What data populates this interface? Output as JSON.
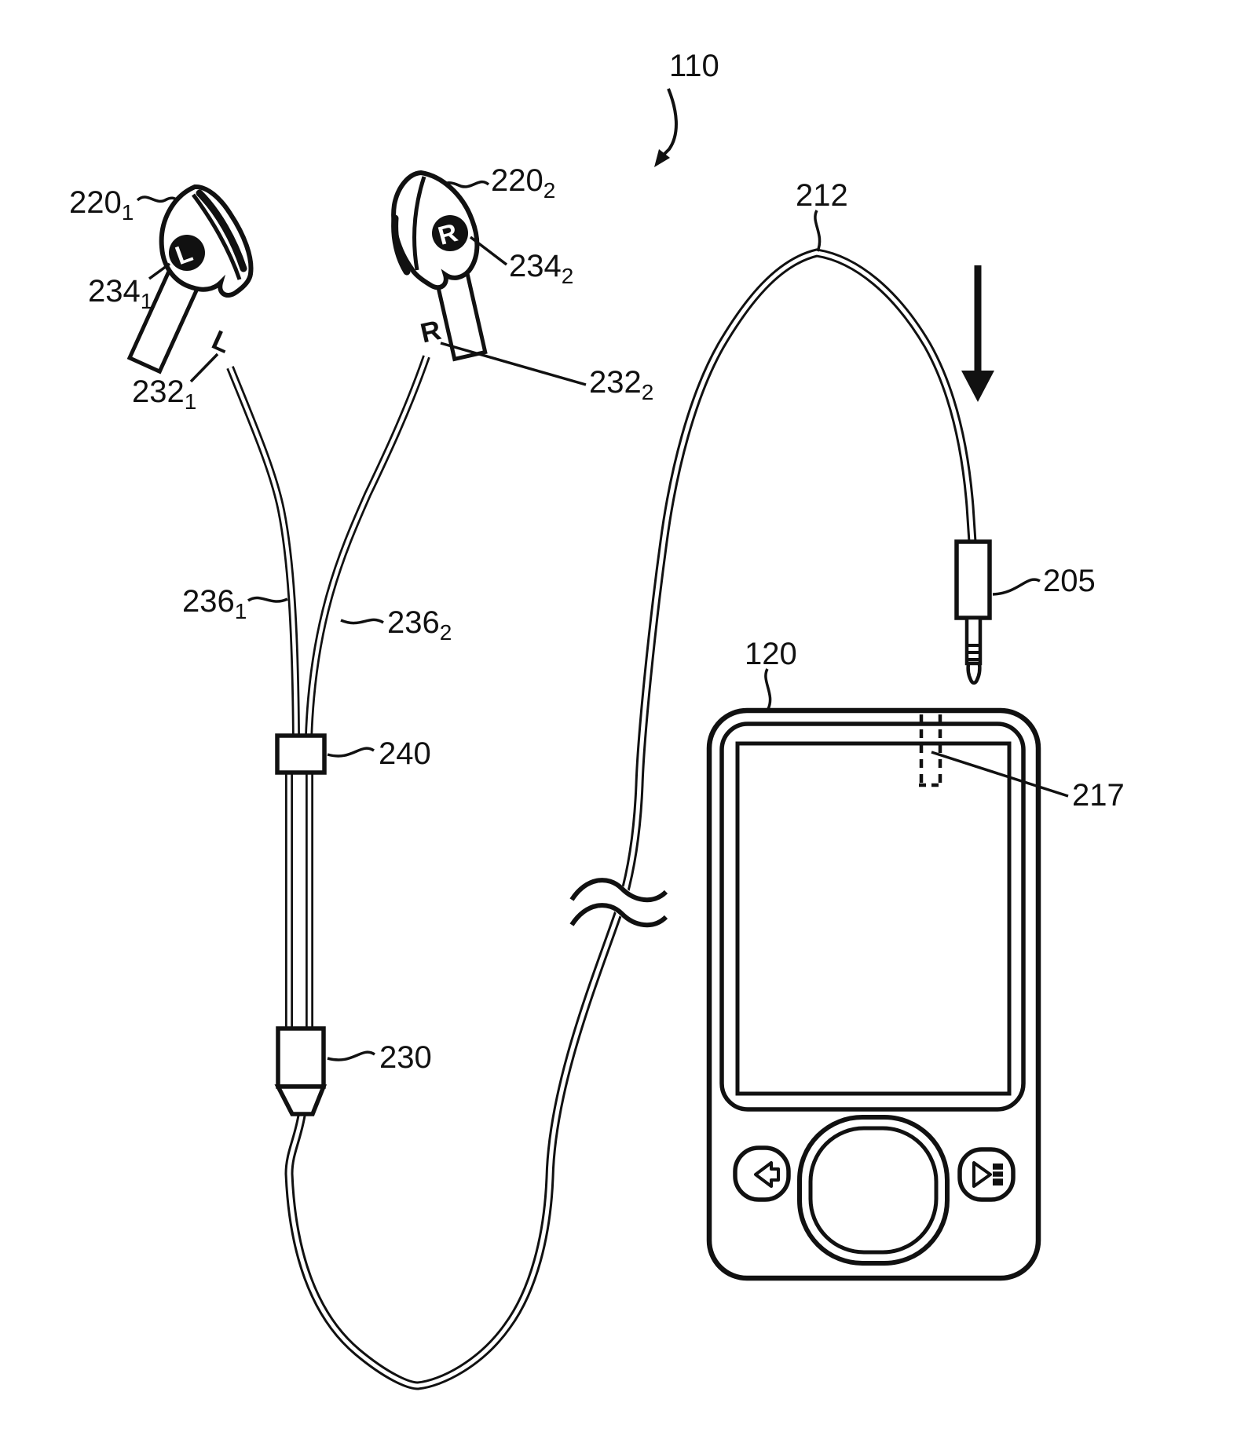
{
  "colors": {
    "ink": "#111111",
    "paper": "#ffffff"
  },
  "figure": {
    "type": "patent-line-drawing",
    "overall_reference": "110",
    "headset": {
      "cable_ref": "212",
      "slider_ref": "240",
      "junction_ref": "230",
      "plug_ref": "205"
    },
    "player": {
      "ref": "120",
      "jack_socket_ref": "217"
    }
  },
  "labels": {
    "l110": "110",
    "l212": "212",
    "l205": "205",
    "l120": "120",
    "l217": "217",
    "l240": "240",
    "l230": "230",
    "l220_1": {
      "main": "220",
      "sub": "1"
    },
    "l220_2": {
      "main": "220",
      "sub": "2"
    },
    "l234_1": {
      "main": "234",
      "sub": "1"
    },
    "l234_2": {
      "main": "234",
      "sub": "2"
    },
    "l232_1": {
      "main": "232",
      "sub": "1"
    },
    "l232_2": {
      "main": "232",
      "sub": "2"
    },
    "l236_1": {
      "main": "236",
      "sub": "1"
    },
    "l236_2": {
      "main": "236",
      "sub": "2"
    }
  },
  "earbuds": {
    "left": {
      "circle_letter": "L",
      "stem_letter": "L"
    },
    "right": {
      "circle_letter": "R",
      "stem_letter": "R"
    }
  },
  "icons": {
    "insert_arrow": "down-arrow-icon",
    "back_button": "back-arrow-icon",
    "play_pause_button": "play-pause-icon"
  }
}
